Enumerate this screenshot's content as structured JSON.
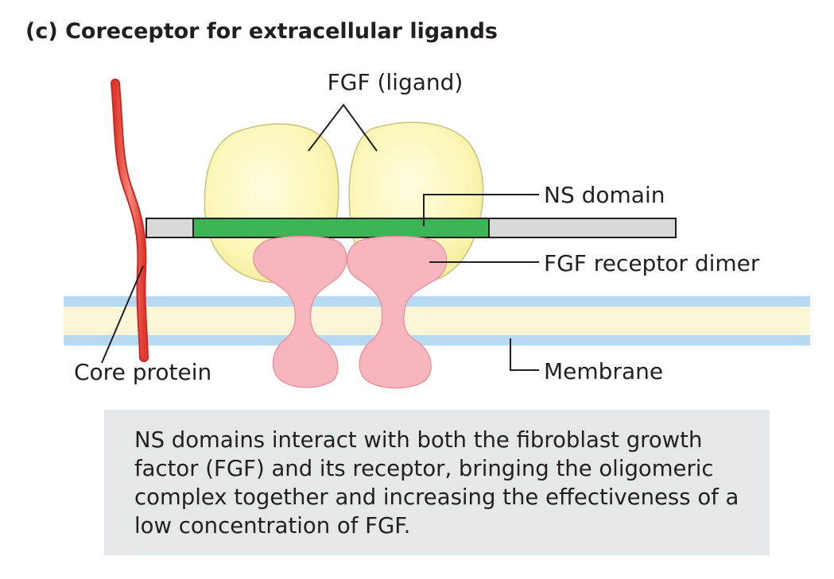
{
  "panel_label": "(c)",
  "title": "Coreceptor for extracellular ligands",
  "labels": {
    "ligand": "FGF (ligand)",
    "ns_domain": "NS domain",
    "receptor": "FGF receptor dimer",
    "core_protein": "Core protein",
    "membrane": "Membrane"
  },
  "caption": "NS domains interact with both the fibroblast growth factor (FGF) and its receptor, bringing the oligomeric complex together and increasing the effectiveness of a low concentration of FGF.",
  "colors": {
    "ligand_fill": "#fbf6b5",
    "ns_domain": "#3db455",
    "receptor_fill": "#f7b6bd",
    "core_protein": "#ee5145",
    "membrane_band": "#b7daf2",
    "membrane_core": "#fcf6d8",
    "heparan_chain": "#d9d9da",
    "caption_bg": "#e6e7e8"
  }
}
